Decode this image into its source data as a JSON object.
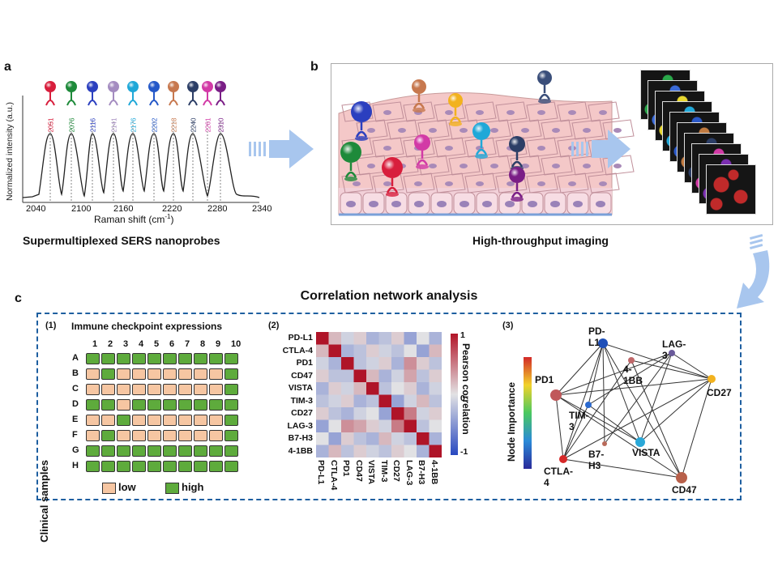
{
  "panel_a": {
    "label": "a",
    "peaks": [
      "2051",
      "2076",
      "2116",
      "2141",
      "2176",
      "2202",
      "2218",
      "2240",
      "2261",
      "2310"
    ],
    "peak_colors": [
      "#d81e3c",
      "#1e8a3a",
      "#2b3fbf",
      "#a48cc0",
      "#1fa8d8",
      "#2458c8",
      "#c7784e",
      "#2c3e66",
      "#d23aa6",
      "#7a1e86"
    ],
    "ylabel": "Normalized intensity (a.u.)",
    "xlabel": "Raman shift (cm",
    "xlabel_sup": "-1",
    "xlabel_end": ")",
    "xticks": [
      "2040",
      "2100",
      "2160",
      "2220",
      "2280",
      "2340"
    ],
    "caption": "Supermultiplexed SERS nanoprobes"
  },
  "panel_b": {
    "label": "b",
    "caption": "High-throughput imaging"
  },
  "panel_c": {
    "label": "c",
    "title": "Correlation network analysis",
    "sub1": {
      "label": "(1)",
      "title": "Immune checkpoint expressions",
      "columns": [
        "1",
        "2",
        "3",
        "4",
        "5",
        "6",
        "7",
        "8",
        "9",
        "10"
      ],
      "rows": [
        "A",
        "B",
        "C",
        "D",
        "E",
        "F",
        "G",
        "H"
      ],
      "ylabel": "Clinical samples",
      "grid": [
        [
          "h",
          "h",
          "h",
          "h",
          "h",
          "h",
          "h",
          "h",
          "h",
          "h"
        ],
        [
          "l",
          "h",
          "l",
          "l",
          "l",
          "l",
          "l",
          "l",
          "l",
          "h"
        ],
        [
          "l",
          "l",
          "l",
          "l",
          "l",
          "l",
          "l",
          "l",
          "l",
          "h"
        ],
        [
          "h",
          "h",
          "l",
          "h",
          "h",
          "h",
          "h",
          "h",
          "h",
          "h"
        ],
        [
          "l",
          "l",
          "h",
          "l",
          "l",
          "l",
          "l",
          "l",
          "l",
          "h"
        ],
        [
          "l",
          "h",
          "l",
          "l",
          "l",
          "l",
          "l",
          "l",
          "l",
          "h"
        ],
        [
          "h",
          "h",
          "h",
          "h",
          "h",
          "h",
          "h",
          "h",
          "h",
          "h"
        ],
        [
          "h",
          "h",
          "h",
          "h",
          "h",
          "h",
          "h",
          "h",
          "h",
          "h"
        ]
      ],
      "legend_low": "low",
      "legend_high": "high",
      "low_color": "#f6c6a2",
      "high_color": "#5eab3c"
    },
    "sub2": {
      "label": "(2)",
      "markers": [
        "PD-L1",
        "CTLA-4",
        "PD1",
        "CD47",
        "VISTA",
        "TIM-3",
        "CD27",
        "LAG-3",
        "B7-H3",
        "4-1BB"
      ],
      "colorbar_label": "Pearson correlation",
      "colorbar_ticks": [
        "1",
        "0",
        "-1"
      ],
      "matrix": [
        [
          1,
          0.2,
          -0.1,
          0.1,
          -0.3,
          -0.2,
          0.1,
          -0.4,
          0,
          -0.3
        ],
        [
          0.2,
          1,
          -0.3,
          -0.2,
          0.1,
          -0.1,
          -0.2,
          0,
          -0.4,
          0.2
        ],
        [
          -0.1,
          -0.3,
          1,
          -0.2,
          -0.1,
          0.1,
          -0.3,
          0.4,
          0.1,
          -0.2
        ],
        [
          0.1,
          -0.2,
          -0.2,
          1,
          0.2,
          -0.3,
          -0.1,
          0.3,
          -0.2,
          0.1
        ],
        [
          -0.3,
          0.1,
          -0.1,
          0.2,
          1,
          -0.2,
          0,
          0.1,
          -0.3,
          -0.1
        ],
        [
          -0.2,
          -0.1,
          0.1,
          -0.3,
          -0.2,
          1,
          -0.4,
          -0.1,
          0.2,
          -0.2
        ],
        [
          0.1,
          -0.2,
          -0.3,
          -0.1,
          0,
          -0.4,
          1,
          0.5,
          -0.1,
          0.1
        ],
        [
          -0.4,
          0,
          0.4,
          0.3,
          0.1,
          -0.1,
          0.5,
          1,
          -0.2,
          0
        ],
        [
          0,
          -0.4,
          0.1,
          -0.2,
          -0.3,
          0.2,
          -0.1,
          -0.2,
          1,
          -0.3
        ],
        [
          -0.3,
          0.2,
          -0.2,
          0.1,
          -0.1,
          -0.2,
          0.1,
          0,
          -0.3,
          1
        ]
      ]
    },
    "sub3": {
      "label": "(3)",
      "colorbar_label": "Node Importance",
      "nodes": [
        {
          "id": "PD-L1",
          "color": "#1e4fb8"
        },
        {
          "id": "LAG-3",
          "color": "#6a5a9a"
        },
        {
          "id": "4-1BB",
          "color": "#c0686a"
        },
        {
          "id": "CD27",
          "color": "#f2b21e"
        },
        {
          "id": "PD1",
          "color": "#c0585a"
        },
        {
          "id": "TIM-3",
          "color": "#2b6ad0"
        },
        {
          "id": "B7-H3",
          "color": "#b86a5a"
        },
        {
          "id": "VISTA",
          "color": "#2aa8d8"
        },
        {
          "id": "CTLA-4",
          "color": "#d62828"
        },
        {
          "id": "CD47",
          "color": "#b8604a"
        }
      ]
    }
  }
}
